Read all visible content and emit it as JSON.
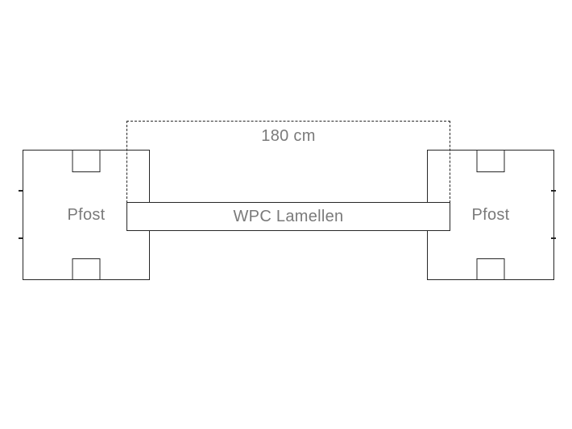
{
  "diagram": {
    "dimension_label": "180 cm",
    "left_post_label": "Pfost",
    "right_post_label": "Pfost",
    "slat_label": "WPC Lamellen",
    "colors": {
      "line": "#262626",
      "text": "#7a7a7a",
      "background": "#ffffff"
    }
  }
}
